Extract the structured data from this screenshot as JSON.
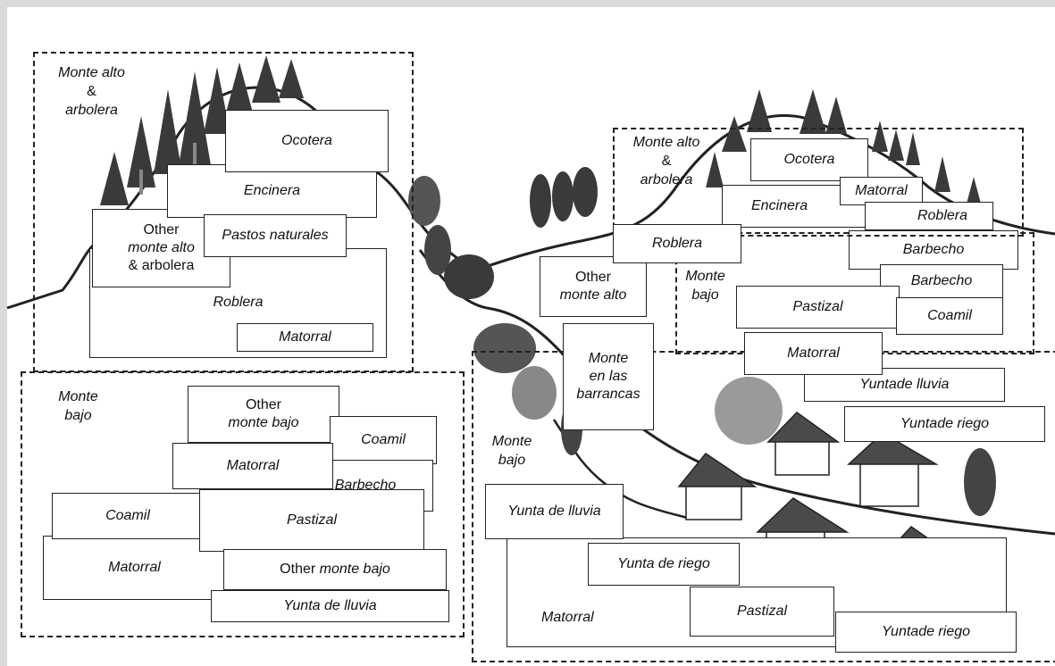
{
  "zones": {
    "upper_left": {
      "heading_1": "Monte alto",
      "heading_2": "&",
      "heading_3": "arbolera",
      "ocotera": "Ocotera",
      "encinera": "Encinera",
      "pastos_naturales": "Pastos naturales",
      "other_line1": "Other",
      "other_line2": "monte alto",
      "other_line3": "& arbolera",
      "roblera": "Roblera",
      "matorral": "Matorral"
    },
    "lower_left": {
      "heading_1": "Monte",
      "heading_2": "bajo",
      "other_line1": "Other",
      "other_line2": "monte bajo",
      "coamil_right": "Coamil",
      "matorral_top": "Matorral",
      "barbecho": "Barbecho",
      "coamil_left": "Coamil",
      "pastizal": "Pastizal",
      "matorral_bottom": "Matorral",
      "other_bajo_1": "Other ",
      "other_bajo_2": "monte bajo",
      "yunta_lluvia": "Yunta de lluvia"
    },
    "center": {
      "other_line1": "Other",
      "other_line2": "monte alto",
      "barrancas_1": "Monte",
      "barrancas_2": "en las",
      "barrancas_3": "barrancas"
    },
    "upper_right": {
      "heading_1": "Monte alto",
      "heading_2": "&",
      "heading_3": "arbolera",
      "ocotera": "Ocotera",
      "matorral": "Matorral",
      "encinera": "Encinera",
      "roblera_small": "Roblera",
      "roblera": "Roblera"
    },
    "mid_right": {
      "heading_1": "Monte",
      "heading_2": "bajo",
      "barbecho_1": "Barbecho",
      "barbecho_2": "Barbecho",
      "pastizal": "Pastizal",
      "coamil": "Coamil",
      "matorral": "Matorral"
    },
    "lower_right": {
      "heading_1": "Monte",
      "heading_2": "bajo",
      "yuntade_lluvia": "Yuntade lluvia",
      "yuntade_riego_top": "Yuntade riego",
      "yunta_lluvia": "Yunta de lluvia",
      "yunta_riego": "Yunta de riego",
      "pastizal": "Pastizal",
      "matorral": "Matorral",
      "yuntade_riego_bottom": "Yuntade riego"
    }
  },
  "colors": {
    "line": "#222222",
    "tree_dark": "#3a3a3a",
    "tree_mid": "#707070",
    "tree_light": "#9a9a9a",
    "roof": "#4a4a4a"
  }
}
